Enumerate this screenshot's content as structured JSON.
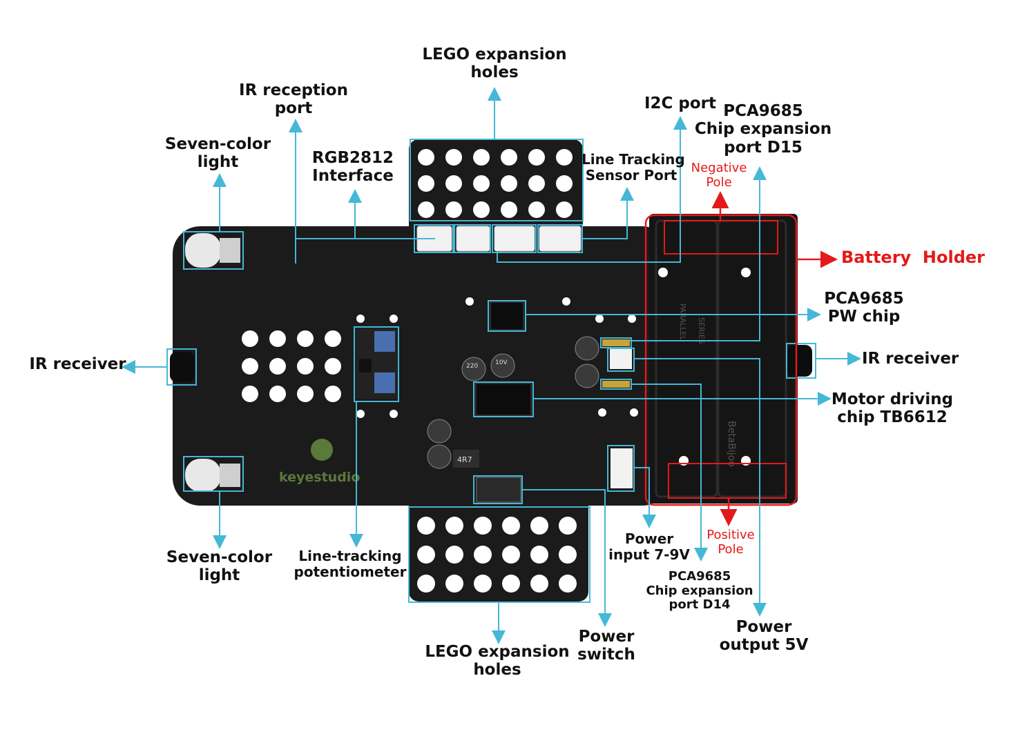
{
  "colors": {
    "pcb": "#1b1b1b",
    "callout": "#44b8d6",
    "battery_outline": "#e41919",
    "label_text": "#111111",
    "battery_label": "#e41919",
    "slot_cover": "#4a6fb0",
    "logo_green": "#5a7a3a"
  },
  "labels": {
    "lego_top": [
      "LEGO expansion",
      "holes"
    ],
    "ir_reception_port": [
      "IR reception",
      "port"
    ],
    "seven_color_top": [
      "Seven-color",
      "light"
    ],
    "rgb2812": [
      "RGB2812",
      "Interface"
    ],
    "line_tracking_port": [
      "Line Tracking",
      "Sensor Port"
    ],
    "i2c_port": "I2C port",
    "pca_d15": [
      "PCA9685",
      "Chip expansion",
      "port D15"
    ],
    "negative_pole": [
      "Negative",
      "Pole"
    ],
    "battery_holder": "Battery  Holder",
    "pca_pw_chip": [
      "PCA9685",
      "PW chip"
    ],
    "ir_receiver_left": "IR receiver",
    "ir_receiver_right": "IR receiver",
    "motor_driving": [
      "Motor driving",
      "chip TB6612"
    ],
    "seven_color_bottom": [
      "Seven-color",
      "light"
    ],
    "line_tracking_pot": [
      "Line-tracking",
      "potentiometer"
    ],
    "power_input": [
      "Power",
      "input 7-9V"
    ],
    "positive_pole": [
      "Positive",
      "Pole"
    ],
    "pca_d14": [
      "PCA9685",
      "Chip expansion",
      "port D14"
    ],
    "power_output": [
      "Power",
      "output 5V"
    ],
    "lego_bottom": [
      "LEGO expansion",
      "holes"
    ],
    "power_switch": [
      "Power",
      "switch"
    ]
  },
  "board_text": {
    "logo": "keyestudio",
    "cap_label": "220",
    "cap_label2": "10V",
    "inductor": "4R7",
    "holder_parallel": "PARALLEL",
    "holder_series": "SERIES",
    "holder_brand": "BetaBijoo"
  }
}
